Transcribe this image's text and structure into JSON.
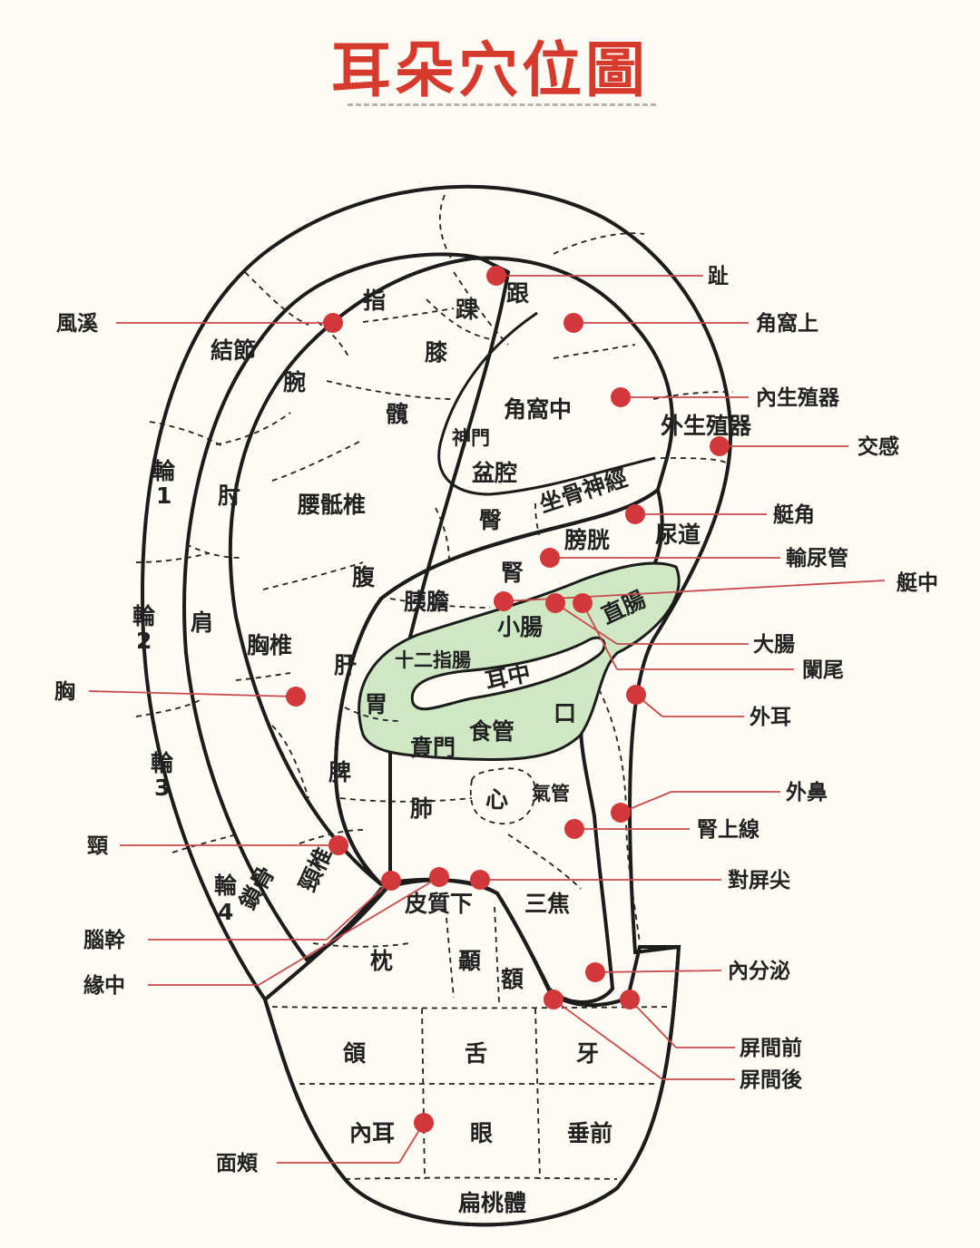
{
  "title": "耳朵穴位圖",
  "zones": {
    "zhi": "指",
    "wan": "腕",
    "jiejie": "結節",
    "lun1a": "輪",
    "lun1b": "1",
    "zhou": "肘",
    "lun2a": "輪",
    "lun2b": "2",
    "jian": "肩",
    "lun3a": "輪",
    "lun3b": "3",
    "lun4a": "輪",
    "lun4b": "4",
    "suogu": "鎖骨",
    "huai": "踝",
    "gen": "跟",
    "xi": "膝",
    "kuan": "髖",
    "yaodizhui": "腰骶椎",
    "xiongzhui": "胸椎",
    "jingzhui": "頸椎",
    "fu": "腹",
    "jiaowozhong": "角窩中",
    "shenmen": "神門",
    "penqiang": "盆腔",
    "zuogushenjing": "坐骨神經",
    "waishengzhiqi": "外生殖器",
    "niaodao": "尿道",
    "tun": "臀",
    "pangguang": "膀胱",
    "shen": "腎",
    "yidan": "胰膽",
    "gan": "肝",
    "pi": "脾",
    "fei": "肺",
    "xin": "心",
    "qiguan": "氣管",
    "xiaochang": "小腸",
    "zhichang": "直腸",
    "shierzhichang": "十二指腸",
    "erzhong": "耳中",
    "wei": "胃",
    "kou": "口",
    "shiguan": "食管",
    "benmen": "賁門",
    "pizhixia": "皮質下",
    "sanjiao": "三焦",
    "zhen": "枕",
    "nie": "顳",
    "e": "額",
    "he": "頜",
    "she": "舌",
    "ya": "牙",
    "neier": "內耳",
    "yan": "眼",
    "chuiqian": "垂前",
    "biantaoti": "扁桃體"
  },
  "callouts": {
    "zhi_toe": "趾",
    "jiaowoshang": "角窩上",
    "neishengzhiqi": "內生殖器",
    "jiaogan": "交感",
    "tingjiao": "艇角",
    "shuniaoguan": "輸尿管",
    "tingzhong": "艇中",
    "dachang": "大腸",
    "lanwei": "闌尾",
    "waier": "外耳",
    "waibi": "外鼻",
    "shenshangxian": "腎上線",
    "duipingjian": "對屏尖",
    "neifenmi": "內分泌",
    "pingjianqian": "屏間前",
    "pingjianhou": "屏間後",
    "mianjia": "面頰",
    "fengxi": "風溪",
    "xiong": "胸",
    "jing": "頸",
    "naogan": "腦幹",
    "yuanzhong": "緣中"
  },
  "colors": {
    "helix": "#fcecbe",
    "scapha": "#dfeefa",
    "antihelix": "#f6c8da",
    "concha": "#b3aad8",
    "concha_lower": "#cfe8c4",
    "lobe": "#8fd6c4",
    "dot": "#d2383a",
    "title": "#d63a2c"
  }
}
